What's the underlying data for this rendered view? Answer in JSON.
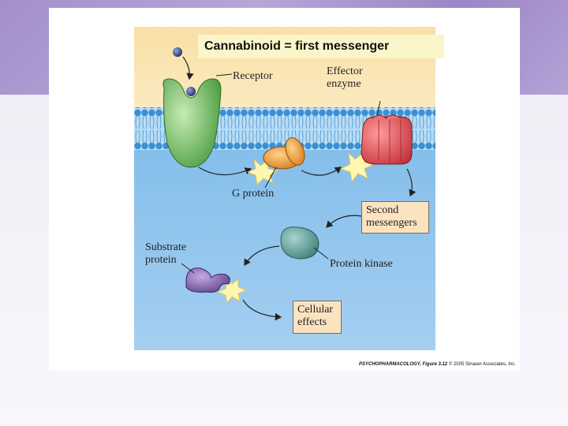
{
  "title": "Cannabinoid = first messenger",
  "labels": {
    "receptor": "Receptor",
    "effector_line1": "Effector",
    "effector_line2": "enzyme",
    "g_protein": "G protein",
    "substrate_line1": "Substrate",
    "substrate_line2": "protein",
    "protein_kinase": "Protein kinase"
  },
  "boxes": {
    "second_line1": "Second",
    "second_line2": "messengers",
    "cellular_line1": "Cellular",
    "cellular_line2": "effects"
  },
  "caption": {
    "source": "PSYCHOPHARMACOLOGY, Figure 3.12",
    "copyright": "© 2005 Sinauer Associates, Inc."
  },
  "colors": {
    "extracellular": "#fbe6b3",
    "intracellular": "#8fc3ec",
    "membrane": "#5aa9de",
    "receptor": "#7cc46a",
    "g_protein": "#f0a245",
    "effector_enzyme": "#e2626a",
    "protein_kinase": "#6ea8a4",
    "substrate_protein": "#8a6fb0",
    "label_box": "#fbe3c0",
    "title_band": "#fbf6c9"
  }
}
